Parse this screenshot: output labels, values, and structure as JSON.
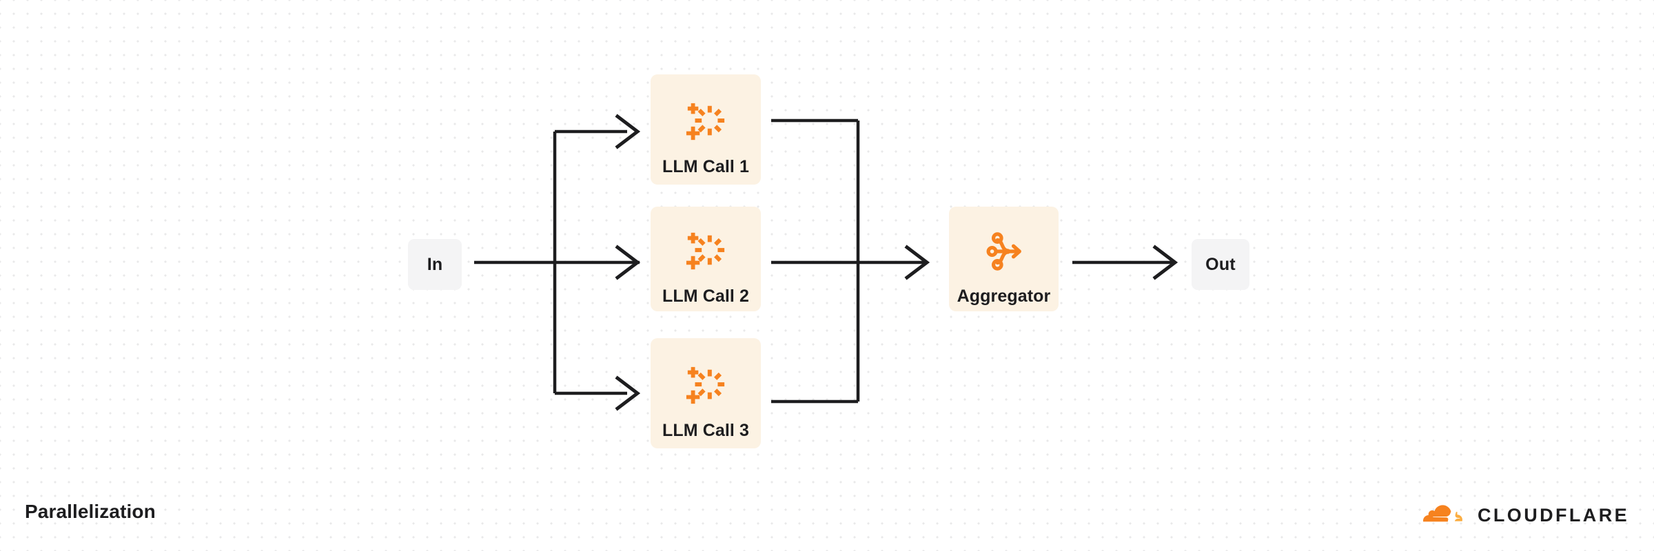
{
  "diagram": {
    "title": "Parallelization",
    "type": "flowchart",
    "nodes": [
      {
        "id": "in",
        "label": "In",
        "kind": "io",
        "icon": null
      },
      {
        "id": "llm1",
        "label": "LLM Call 1",
        "kind": "card",
        "icon": "sparkle-ai-icon"
      },
      {
        "id": "llm2",
        "label": "LLM Call 2",
        "kind": "card",
        "icon": "sparkle-ai-icon"
      },
      {
        "id": "llm3",
        "label": "LLM Call 3",
        "kind": "card",
        "icon": "sparkle-ai-icon"
      },
      {
        "id": "aggregator",
        "label": "Aggregator",
        "kind": "card",
        "icon": "merge-arrow-icon"
      },
      {
        "id": "out",
        "label": "Out",
        "kind": "io",
        "icon": null
      }
    ],
    "edges": [
      {
        "from": "in",
        "to": "llm1",
        "style": "orthogonal",
        "arrowhead": "chevron"
      },
      {
        "from": "in",
        "to": "llm2",
        "style": "straight",
        "arrowhead": "chevron"
      },
      {
        "from": "in",
        "to": "llm3",
        "style": "orthogonal",
        "arrowhead": "chevron"
      },
      {
        "from": "llm1",
        "to": "aggregator",
        "style": "orthogonal",
        "arrowhead": "none"
      },
      {
        "from": "llm2",
        "to": "aggregator",
        "style": "straight",
        "arrowhead": "chevron"
      },
      {
        "from": "llm3",
        "to": "aggregator",
        "style": "orthogonal",
        "arrowhead": "none"
      },
      {
        "from": "aggregator",
        "to": "out",
        "style": "straight",
        "arrowhead": "chevron"
      }
    ]
  },
  "brand": {
    "name": "CLOUDFLARE",
    "logo_icon": "cloudflare-cloud-icon"
  },
  "colors": {
    "background": "#ffffff",
    "dot_grid": "#e9e9ea",
    "card_fill": "#fcf2e3",
    "io_fill": "#f4f4f5",
    "accent_orange": "#f6821f",
    "brand_orange_light": "#fbad41",
    "connector": "#1d1d1f",
    "text": "#1d1d1f"
  }
}
